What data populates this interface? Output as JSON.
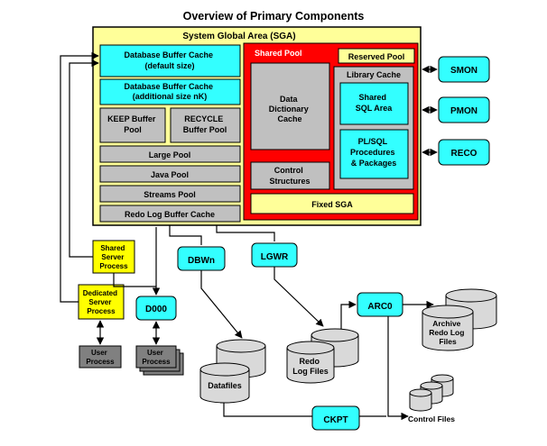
{
  "title": "Overview of Primary Components",
  "sga": {
    "label": "System Global Area (SGA)",
    "db_buffer_default": [
      "Database Buffer Cache",
      "(default size)"
    ],
    "db_buffer_nk": [
      "Database Buffer Cache",
      "(additional size nK)"
    ],
    "keep_pool": [
      "KEEP Buffer",
      "Pool"
    ],
    "recycle_pool": [
      "RECYCLE",
      "Buffer Pool"
    ],
    "large_pool": "Large Pool",
    "java_pool": "Java Pool",
    "streams_pool": "Streams Pool",
    "redo_log_buffer": "Redo Log Buffer Cache",
    "shared_pool": "Shared Pool",
    "reserved_pool": "Reserved Pool",
    "library_cache": "Library Cache",
    "data_dictionary_cache": [
      "Data",
      "Dictionary",
      "Cache"
    ],
    "shared_sql_area": [
      "Shared",
      "SQL Area"
    ],
    "plsql": [
      "PL/SQL",
      "Procedures",
      "& Packages"
    ],
    "control_structures": [
      "Control",
      "Structures"
    ],
    "fixed_sga": "Fixed SGA"
  },
  "processes": {
    "smon": "SMON",
    "pmon": "PMON",
    "reco": "RECO",
    "dbwn": "DBWn",
    "lgwr": "LGWR",
    "arc0": "ARC0",
    "ckpt": "CKPT",
    "d000": "D000",
    "shared_server": [
      "Shared",
      "Server",
      "Process"
    ],
    "dedicated_server": [
      "Dedicated",
      "Server",
      "Process"
    ]
  },
  "clients": {
    "user_process_1": [
      "User",
      "Process"
    ],
    "user_process_2": [
      "User",
      "Process"
    ]
  },
  "storage": {
    "datafiles": "Datafiles",
    "redo_log_files": [
      "Redo",
      "Log Files"
    ],
    "archive_redo_log_files": [
      "Archive",
      "Redo Log",
      "Files"
    ],
    "control_files": "Control Files"
  },
  "colors": {
    "sga_fill": "#ffff99",
    "cyan": "#33ffff",
    "gray_box": "#c0c0c0",
    "red": "#ff0000",
    "process_yellow": "#ffff00",
    "disk": "#d9d9d9"
  }
}
